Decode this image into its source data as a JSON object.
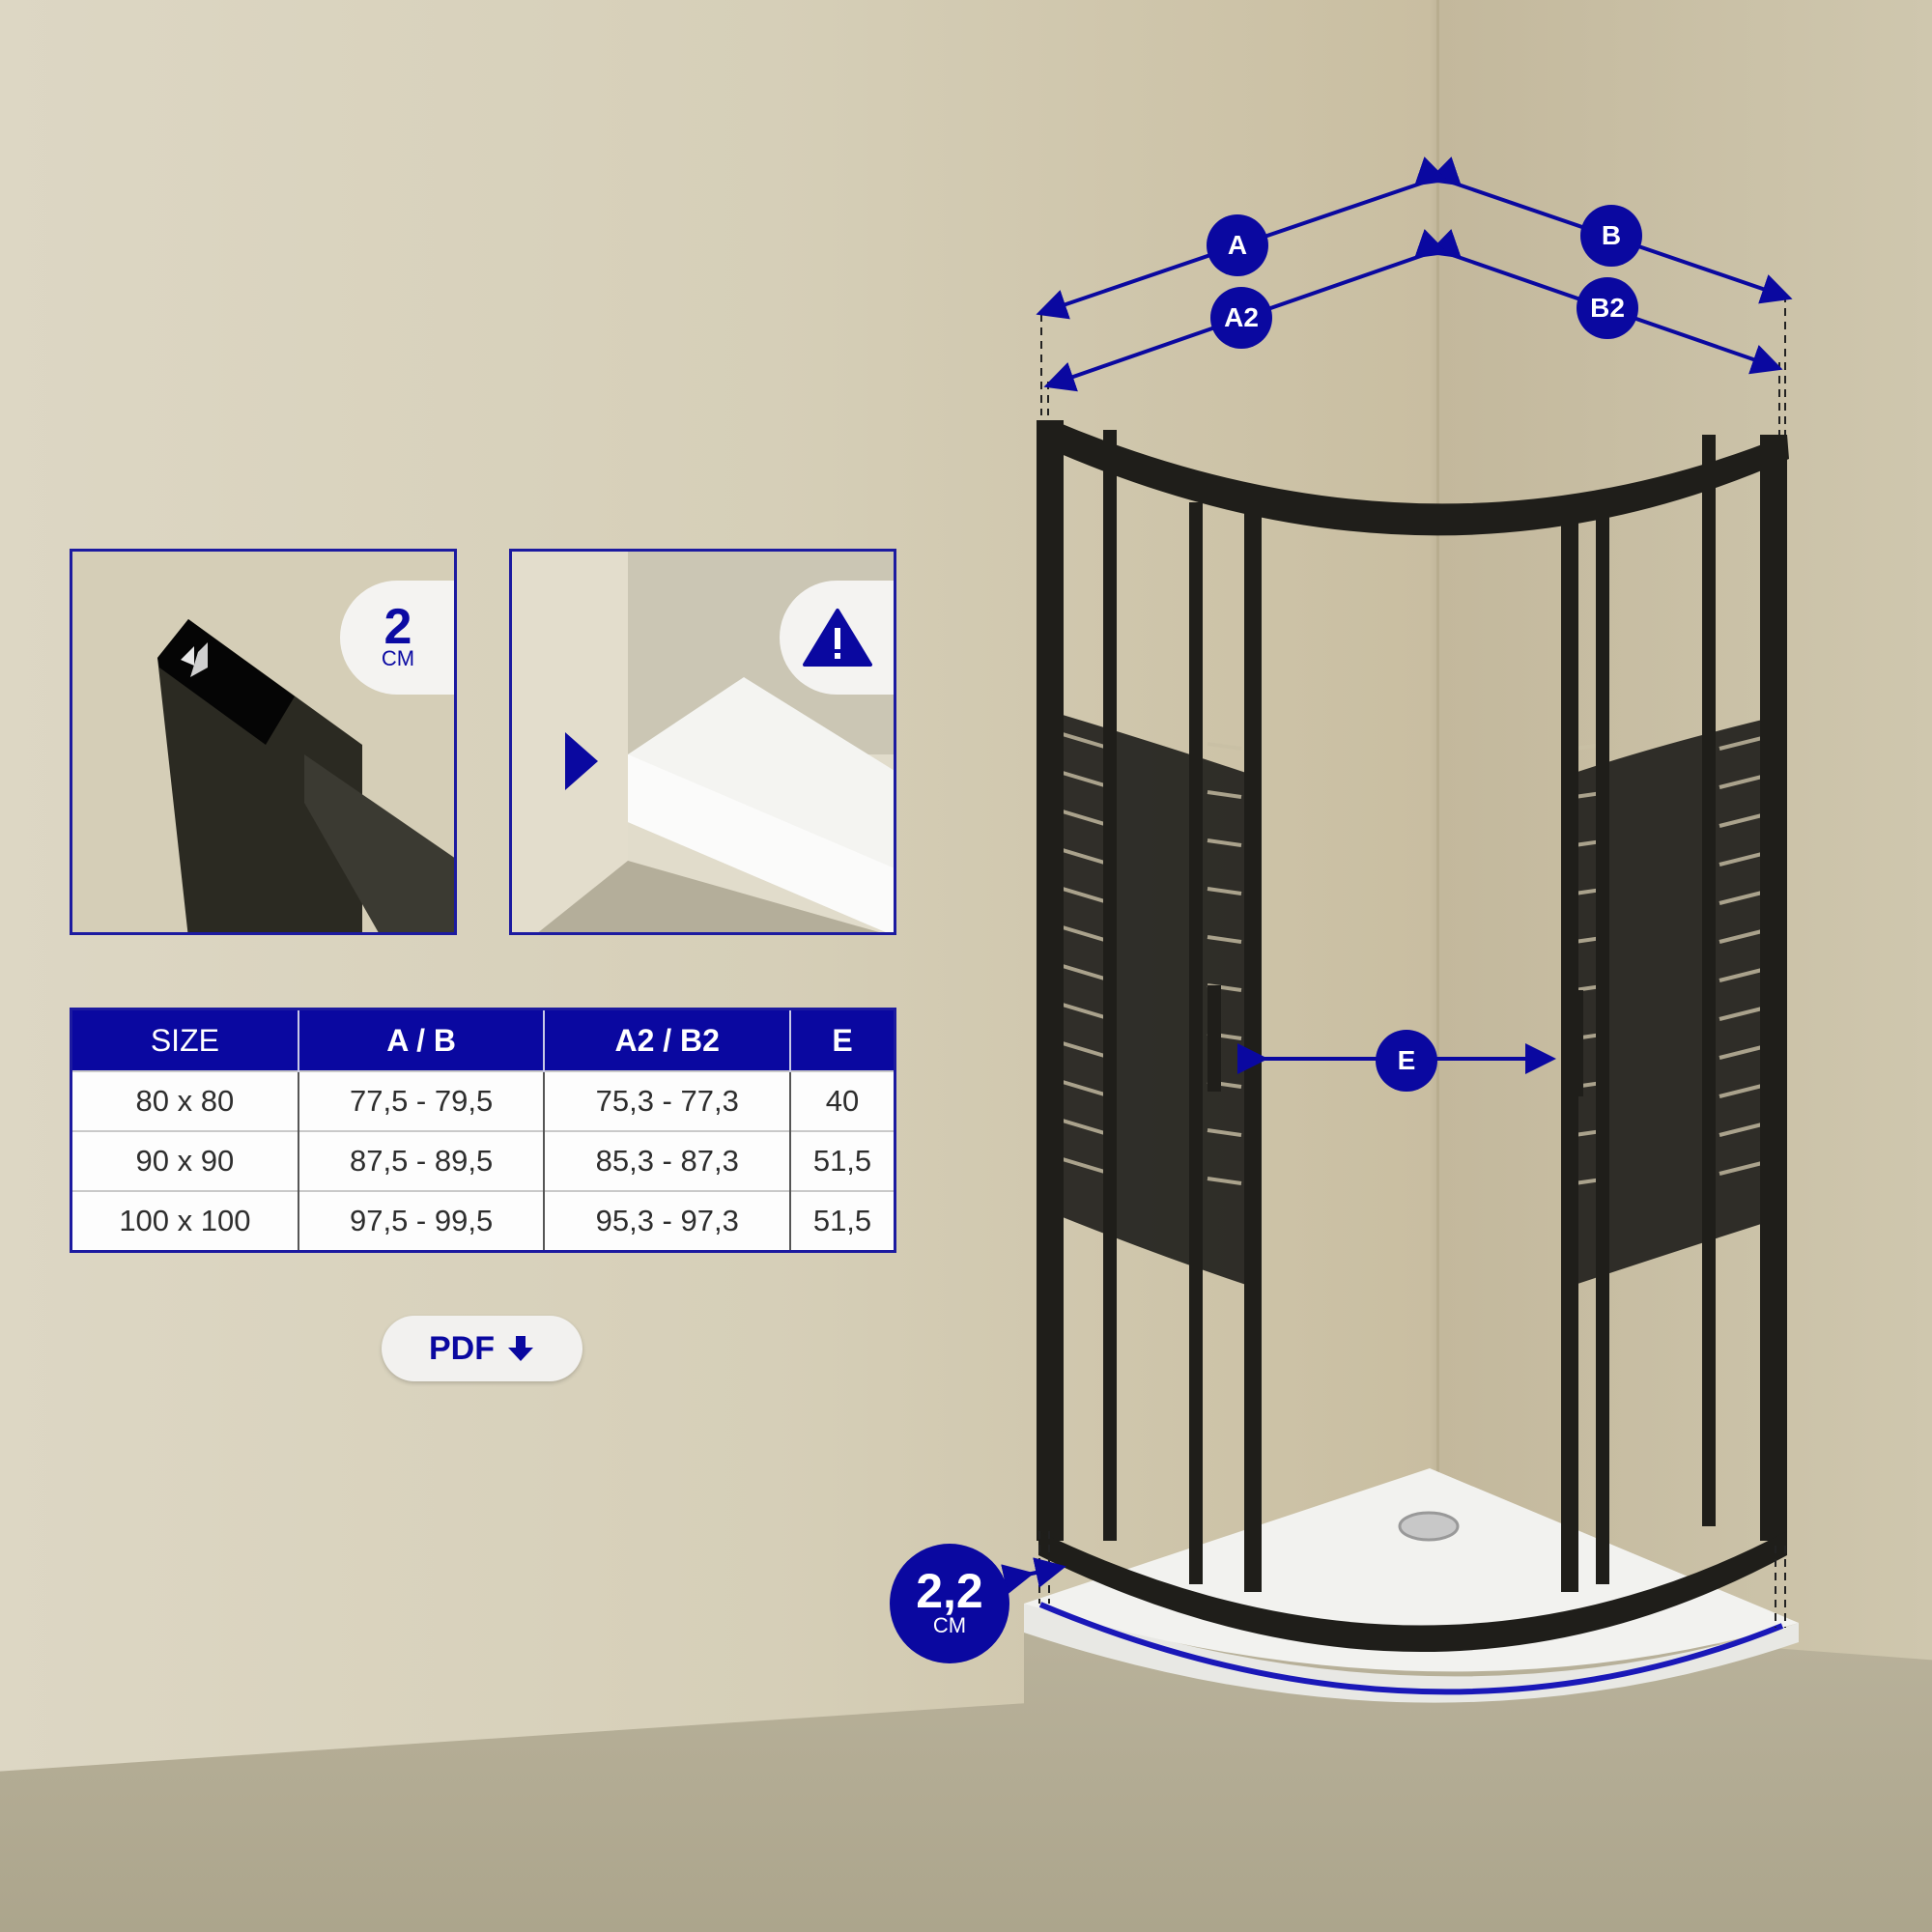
{
  "detail_panels": [
    {
      "name": "profile-detail",
      "badge_value": "2",
      "badge_unit": "CM"
    },
    {
      "name": "tray-detail",
      "badge_icon": "warning-icon",
      "marker_icon": "play-arrow-icon"
    }
  ],
  "table": {
    "headers": [
      "SIZE",
      "A / B",
      "A2 / B2",
      "E"
    ],
    "rows": [
      [
        "80 x 80",
        "77,5 - 79,5",
        "75,3 - 77,3",
        "40"
      ],
      [
        "90 x 90",
        "87,5 - 89,5",
        "85,3 - 87,3",
        "51,5"
      ],
      [
        "100 x 100",
        "97,5 - 99,5",
        "95,3 - 97,3",
        "51,5"
      ]
    ]
  },
  "pdf_button": {
    "label": "PDF",
    "icon": "download-arrow-icon"
  },
  "dimension_labels": {
    "a": "A",
    "b": "B",
    "a2": "A2",
    "b2": "B2",
    "e": "E"
  },
  "tray_badge": {
    "value": "2,2",
    "unit": "CM"
  },
  "colors": {
    "accent": "#0a08a0",
    "frame": "#1f1e1a",
    "wall": "#d6cfb8",
    "tray": "#f2f2ef"
  }
}
